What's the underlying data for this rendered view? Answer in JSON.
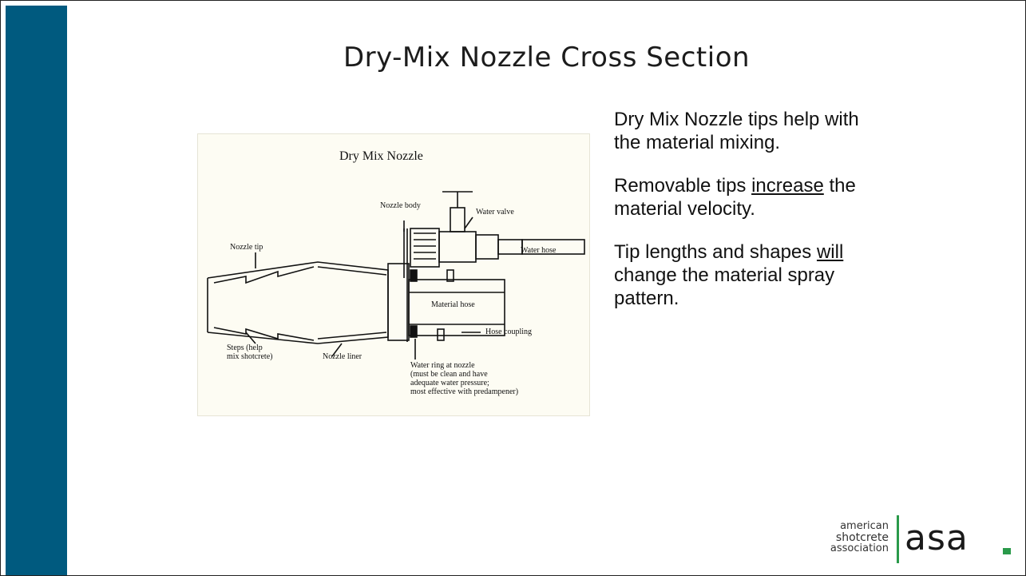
{
  "slide": {
    "title": "Dry-Mix Nozzle Cross Section"
  },
  "figure": {
    "title": "Dry Mix Nozzle",
    "labels": {
      "nozzle_body": "Nozzle body",
      "water_valve": "Water valve",
      "nozzle_tip": "Nozzle tip",
      "water_hose": "Water hose",
      "material_hose": "Material hose",
      "hose_coupling": "Hose coupling",
      "steps_1": "Steps (help",
      "steps_2": "mix shotcrete)",
      "nozzle_liner": "Nozzle liner",
      "water_ring_1": "Water ring at nozzle",
      "water_ring_2": "(must be clean and have",
      "water_ring_3": "adequate water pressure;",
      "water_ring_4": "most effective with predampener)"
    }
  },
  "bullets": {
    "b1": "Dry Mix Nozzle tips help with the material mixing.",
    "b2_pre": "Removable tips ",
    "b2_u": "increase",
    "b2_post": " the material velocity.",
    "b3_pre": "Tip lengths and shapes ",
    "b3_u": "will",
    "b3_post": " change the material spray pattern."
  },
  "logo": {
    "line1": "american",
    "line2": "shotcrete",
    "line3": "association",
    "mark": "asa"
  },
  "colors": {
    "sidebar": "#005a7f",
    "logo_accent": "#2a9a4a"
  }
}
